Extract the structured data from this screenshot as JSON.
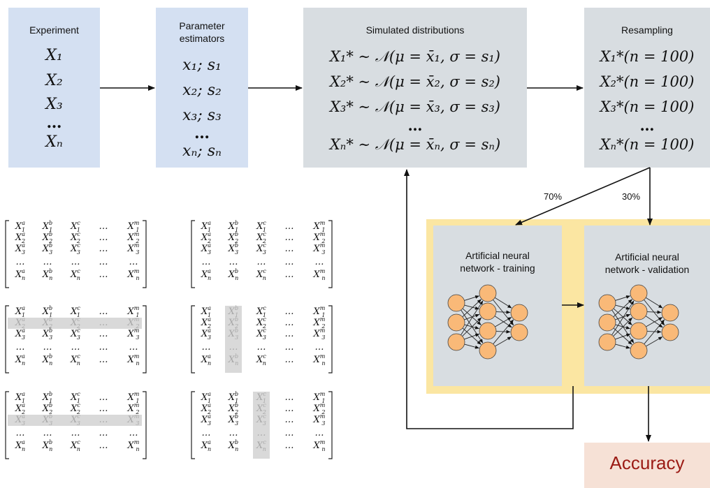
{
  "experiment": {
    "title": "Experiment",
    "rows": [
      "X₁",
      "X₂",
      "X₃",
      "…",
      "Xₙ"
    ]
  },
  "estimators": {
    "title_line1": "Parameter",
    "title_line2": "estimators",
    "rows": [
      "x₁; s₁",
      "x₂; s₂",
      "x₃; s₃",
      "…",
      "xₙ; sₙ"
    ]
  },
  "simulated": {
    "title": "Simulated distributions",
    "rows": [
      "X₁* ∼ 𝒩(μ = x̄₁, σ = s₁)",
      "X₂* ∼ 𝒩(μ = x̄₂, σ = s₂)",
      "X₃* ∼ 𝒩(μ = x̄₃, σ = s₃)",
      "…",
      "Xₙ* ∼ 𝒩(μ = x̄ₙ, σ = sₙ)"
    ]
  },
  "resampling": {
    "title": "Resampling",
    "rows": [
      "X₁*(n = 100)",
      "X₂*(n = 100)",
      "X₃*(n = 100)",
      "…",
      "Xₙ*(n = 100)"
    ]
  },
  "split": {
    "train_pct": "70%",
    "valid_pct": "30%"
  },
  "ann_training": {
    "line1": "Artificial neural",
    "line2": "network - training"
  },
  "ann_validation": {
    "line1": "Artificial neural",
    "line2": "network - validation"
  },
  "output": {
    "label": "Accuracy"
  },
  "matrix": {
    "row_subscripts": [
      "1",
      "2",
      "3",
      "…",
      "n"
    ],
    "col_superscripts": [
      "a",
      "b",
      "c",
      "…",
      "m"
    ],
    "ellipsis": "…"
  },
  "colors": {
    "blue_box": "#d4e0f2",
    "gray_box": "#d8dde1",
    "yellow_panel": "#fbe6a2",
    "accuracy_box": "#f6e1d6",
    "accuracy_text": "#9b1a14",
    "neuron_fill": "#f9b978",
    "highlight": "#d9d9d9"
  }
}
